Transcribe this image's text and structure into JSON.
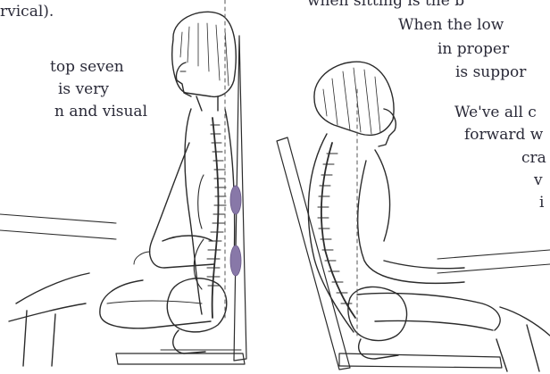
{
  "colors": {
    "ink": "#2a2a38",
    "line": "#2b2b2b",
    "spine_dash": "#555555",
    "lumbar_pad": "#8878a8"
  },
  "left_text": [
    "rvical).",
    "top seven",
    "is very",
    "n and visual"
  ],
  "right_text": [
    "when sitting is the b",
    "When the low",
    "in proper",
    "is suppor",
    "We've all c",
    "forward w",
    "cra",
    "v",
    "i"
  ],
  "figures": [
    {
      "name": "upright-sitting-figure",
      "posture": "upright"
    },
    {
      "name": "slouched-sitting-figure",
      "posture": "slouched"
    }
  ]
}
